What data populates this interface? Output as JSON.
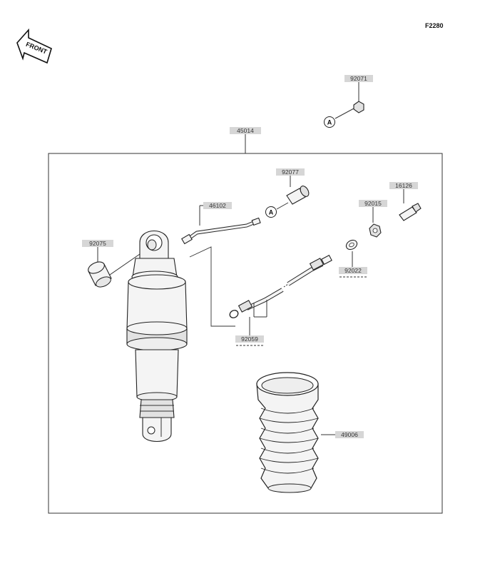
{
  "figure_id": "F2280",
  "front_label": "FRONT",
  "callout_letter": "A",
  "parts": {
    "p92071": "92071",
    "p45014": "45014",
    "p92077": "92077",
    "p16126": "16126",
    "p46102": "46102",
    "p92015": "92015",
    "p92075": "92075",
    "p92022": "92022",
    "p92059": "92059",
    "p49006": "49006"
  }
}
